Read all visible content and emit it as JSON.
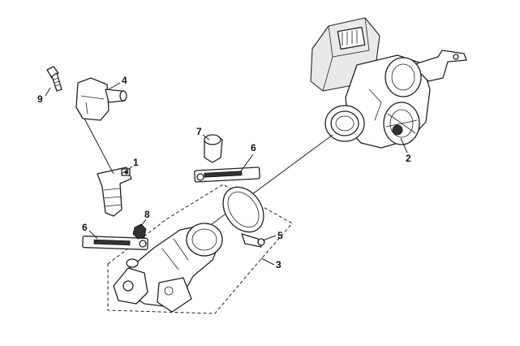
{
  "callouts": [
    {
      "id": "c1",
      "label": "1"
    },
    {
      "id": "c2",
      "label": "2"
    },
    {
      "id": "c3",
      "label": "3"
    },
    {
      "id": "c4",
      "label": "4"
    },
    {
      "id": "c5",
      "label": "5"
    },
    {
      "id": "c6a",
      "label": "6"
    },
    {
      "id": "c6b",
      "label": "6"
    },
    {
      "id": "c7",
      "label": "7"
    },
    {
      "id": "c8",
      "label": "8"
    },
    {
      "id": "c9",
      "label": "9"
    }
  ],
  "colors": {
    "ink": "#222222",
    "background": "#ffffff"
  }
}
